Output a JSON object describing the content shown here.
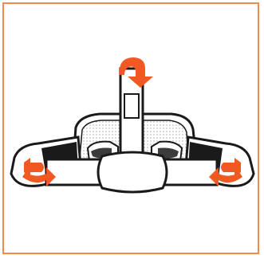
{
  "illustration": {
    "subject": "vr-headset-head-strap",
    "accent_color": "#f05a22",
    "frame_color": "#f08a4b",
    "line_color": "#1a1a1a",
    "arrows": [
      "top-strap-fold-arrow",
      "left-strap-arrow",
      "right-strap-arrow"
    ]
  }
}
